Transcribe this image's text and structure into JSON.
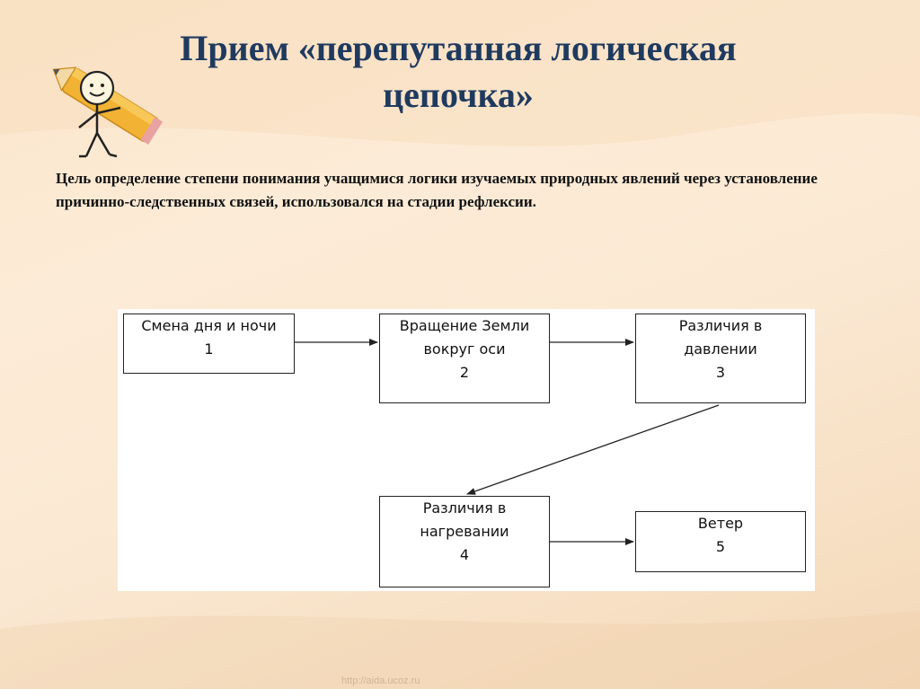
{
  "slide": {
    "title": "Прием «перепутанная логическая цепочка»",
    "goal": "Цель определение степени понимания учащимися логики изучаемых природных явлений через установление причинно-следственных связей, использовался на стадии рефлексии.",
    "watermark": "http://aida.ucoz.ru"
  },
  "diagram": {
    "nodes": [
      {
        "line1": "Смена дня и ночи",
        "line2": "",
        "number": "1"
      },
      {
        "line1": "Вращение Земли",
        "line2": "вокруг оси",
        "number": "2"
      },
      {
        "line1": "Различия в",
        "line2": "давлении",
        "number": "3"
      },
      {
        "line1": "Различия в",
        "line2": "нагревании",
        "number": "4"
      },
      {
        "line1": "Ветер",
        "line2": "",
        "number": "5"
      }
    ],
    "edges": [
      {
        "from": "1",
        "to": "2"
      },
      {
        "from": "2",
        "to": "3"
      },
      {
        "from": "3",
        "to": "4"
      },
      {
        "from": "4",
        "to": "5"
      }
    ]
  },
  "colors": {
    "title": "#1f3a5f",
    "pencil": "#f2b233",
    "box_border": "#222222"
  }
}
